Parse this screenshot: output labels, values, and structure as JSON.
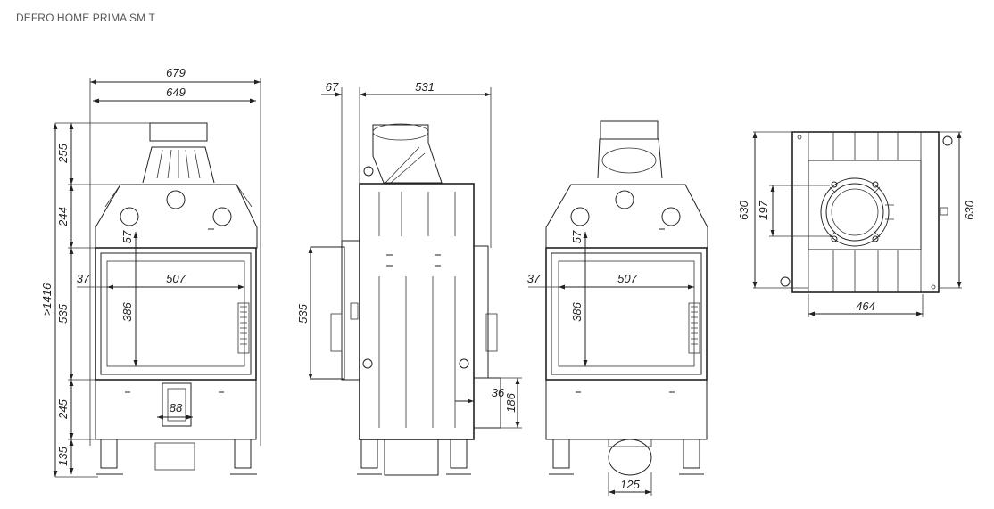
{
  "title": "DEFRO HOME PRIMA SM T",
  "front_view": {
    "overall_width": "679",
    "body_width": "649",
    "heights": [
      "255",
      "244",
      "535",
      "245",
      "135"
    ],
    "total_height": ">1416",
    "glass_width": "507",
    "glass_height": "386",
    "glass_offset_top": "57",
    "glass_offset_left": "37",
    "bottom_outlet": "88"
  },
  "side_view": {
    "rear_offset": "67",
    "depth": "531",
    "door_height": "535",
    "air_inlet_width": "36",
    "air_inlet_height": "186"
  },
  "rear_view": {
    "glass_width": "507",
    "glass_height": "386",
    "glass_offset_top": "57",
    "glass_offset_left": "37",
    "air_duct_diameter": "125"
  },
  "top_view": {
    "depth_left": "630",
    "depth_right": "630",
    "flue_diameter": "197",
    "body_width": "464"
  }
}
